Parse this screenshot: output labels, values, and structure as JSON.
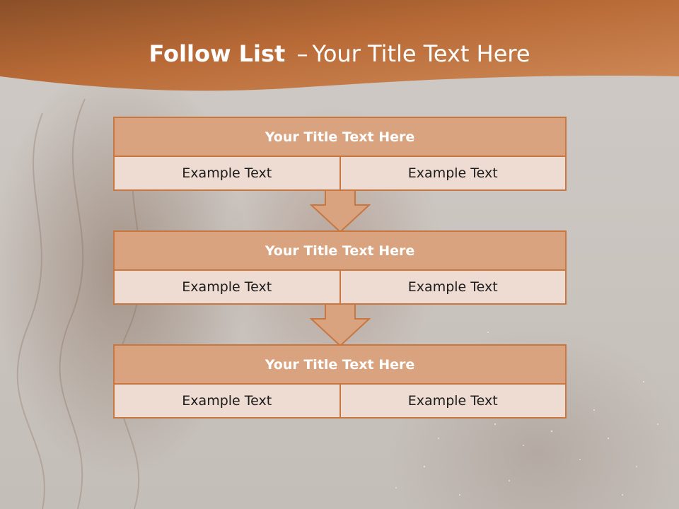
{
  "slide": {
    "title_bold": "Follow List",
    "title_dash": "–",
    "title_rest": "Your Title Text Here"
  },
  "blocks": [
    {
      "title": "Your Title Text Here",
      "left": "Example Text",
      "right": "Example Text"
    },
    {
      "title": "Your Title Text Here",
      "left": "Example Text",
      "right": "Example Text"
    },
    {
      "title": "Your Title Text Here",
      "left": "Example Text",
      "right": "Example Text"
    }
  ],
  "colors": {
    "accent": "#c7773f",
    "header_gradient_start": "#8a4f28",
    "header_gradient_end": "#d08c5a",
    "title_fill": "#d9a37f",
    "cell_fill": "#eedcd2",
    "background": "#cdc8c4"
  }
}
